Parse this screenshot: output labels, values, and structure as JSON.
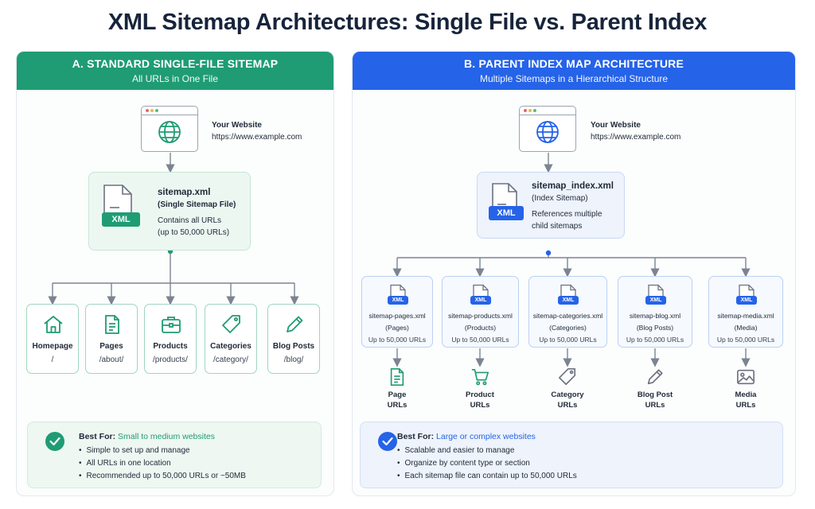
{
  "title": "XML Sitemap Architectures: Single File vs. Parent Index",
  "colors": {
    "green": "#1f9c73",
    "blue": "#2563e8",
    "arrow": "#7b8591"
  },
  "panel_a": {
    "header_title": "A. STANDARD SINGLE-FILE SITEMAP",
    "header_subtitle": "All URLs in One File",
    "website": {
      "name": "Your Website",
      "url": "https://www.example.com"
    },
    "sitemap": {
      "filename": "sitemap.xml",
      "kind": "(Single Sitemap File)",
      "badge": "XML",
      "desc_line1": "Contains all URLs",
      "desc_line2": "(up to 50,000 URLs)"
    },
    "children": [
      {
        "name": "Homepage",
        "path": "/",
        "icon": "home-icon"
      },
      {
        "name": "Pages",
        "path": "/about/",
        "icon": "page-icon"
      },
      {
        "name": "Products",
        "path": "/products/",
        "icon": "briefcase-icon"
      },
      {
        "name": "Categories",
        "path": "/category/",
        "icon": "tag-icon"
      },
      {
        "name": "Blog Posts",
        "path": "/blog/",
        "icon": "pencil-icon"
      }
    ],
    "best_for": {
      "label": "Best For:",
      "value": "Small to medium websites",
      "bullets": [
        "Simple to set up and manage",
        "All URLs in one location",
        "Recommended up to 50,000 URLs or ~50MB"
      ]
    }
  },
  "panel_b": {
    "header_title": "B. PARENT INDEX MAP ARCHITECTURE",
    "header_subtitle": "Multiple Sitemaps in a Hierarchical Structure",
    "website": {
      "name": "Your Website",
      "url": "https://www.example.com"
    },
    "sitemap": {
      "filename": "sitemap_index.xml",
      "kind": "(Index Sitemap)",
      "badge": "XML",
      "desc_line1": "References multiple",
      "desc_line2": "child sitemaps"
    },
    "children": [
      {
        "file": "sitemap-pages.xml",
        "content": "(Pages)",
        "limit": "Up to 50,000 URLs",
        "badge": "XML",
        "leaf_line1": "Page",
        "leaf_line2": "URLs",
        "icon": "page-icon"
      },
      {
        "file": "sitemap-products.xml",
        "content": "(Products)",
        "limit": "Up to 50,000 URLs",
        "badge": "XML",
        "leaf_line1": "Product",
        "leaf_line2": "URLs",
        "icon": "cart-icon"
      },
      {
        "file": "sitemap-categories.xml",
        "content": "(Categories)",
        "limit": "Up to 50,000 URLs",
        "badge": "XML",
        "leaf_line1": "Category",
        "leaf_line2": "URLs",
        "icon": "tag-icon"
      },
      {
        "file": "sitemap-blog.xml",
        "content": "(Blog Posts)",
        "limit": "Up to 50,000 URLs",
        "badge": "XML",
        "leaf_line1": "Blog Post",
        "leaf_line2": "URLs",
        "icon": "pencil-icon"
      },
      {
        "file": "sitemap-media.xml",
        "content": "(Media)",
        "limit": "Up to 50,000 URLs",
        "badge": "XML",
        "leaf_line1": "Media",
        "leaf_line2": "URLs",
        "icon": "image-icon"
      }
    ],
    "best_for": {
      "label": "Best For:",
      "value": "Large or complex websites",
      "bullets": [
        "Scalable and easier to manage",
        "Organize by content type or section",
        "Each sitemap file can contain up to 50,000 URLs"
      ]
    }
  }
}
